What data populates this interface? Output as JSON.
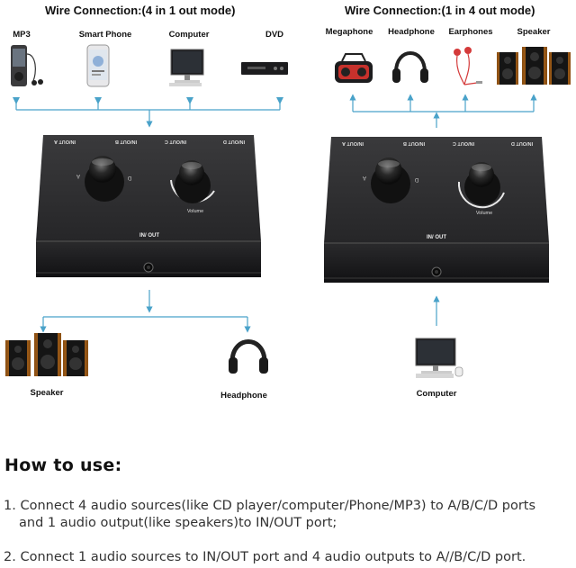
{
  "left": {
    "title": "Wire Connection:(4 in 1 out mode)",
    "devices": [
      "MP3",
      "Smart Phone",
      "Computer",
      "DVD"
    ],
    "box": {
      "ports": [
        "IN/OUT A",
        "IN/OUT B",
        "IN/OUT C",
        "IN/OUT D"
      ],
      "knob_marks": [
        "A",
        "D"
      ],
      "volume_label": "Volume",
      "inout_label": "IN/ OUT"
    },
    "outputs": [
      "Speaker",
      "Headphone"
    ]
  },
  "right": {
    "title": "Wire Connection:(1 in 4 out mode)",
    "devices": [
      "Megaphone",
      "Headphone",
      "Earphones",
      "Speaker"
    ],
    "box": {
      "ports": [
        "IN/OUT A",
        "IN/OUT B",
        "IN/OUT C",
        "IN/OUT D"
      ],
      "knob_marks": [
        "A",
        "D"
      ],
      "volume_label": "Volume",
      "inout_label": "IN/ OUT"
    },
    "input": "Computer"
  },
  "howto": {
    "heading": "How to use:",
    "step1_line1": "1. Connect 4 audio sources(like CD player/computer/Phone/MP3) to A/B/C/D ports",
    "step1_line2": "and 1 audio output(like speakers)to IN/OUT port;",
    "step2": "2. Connect 1 audio sources to IN/OUT port and 4 audio outputs to A//B/C/D port."
  },
  "colors": {
    "arrow": "#49a2c9",
    "box_top": "#2e2e30",
    "box_front": "#1f1f21"
  }
}
